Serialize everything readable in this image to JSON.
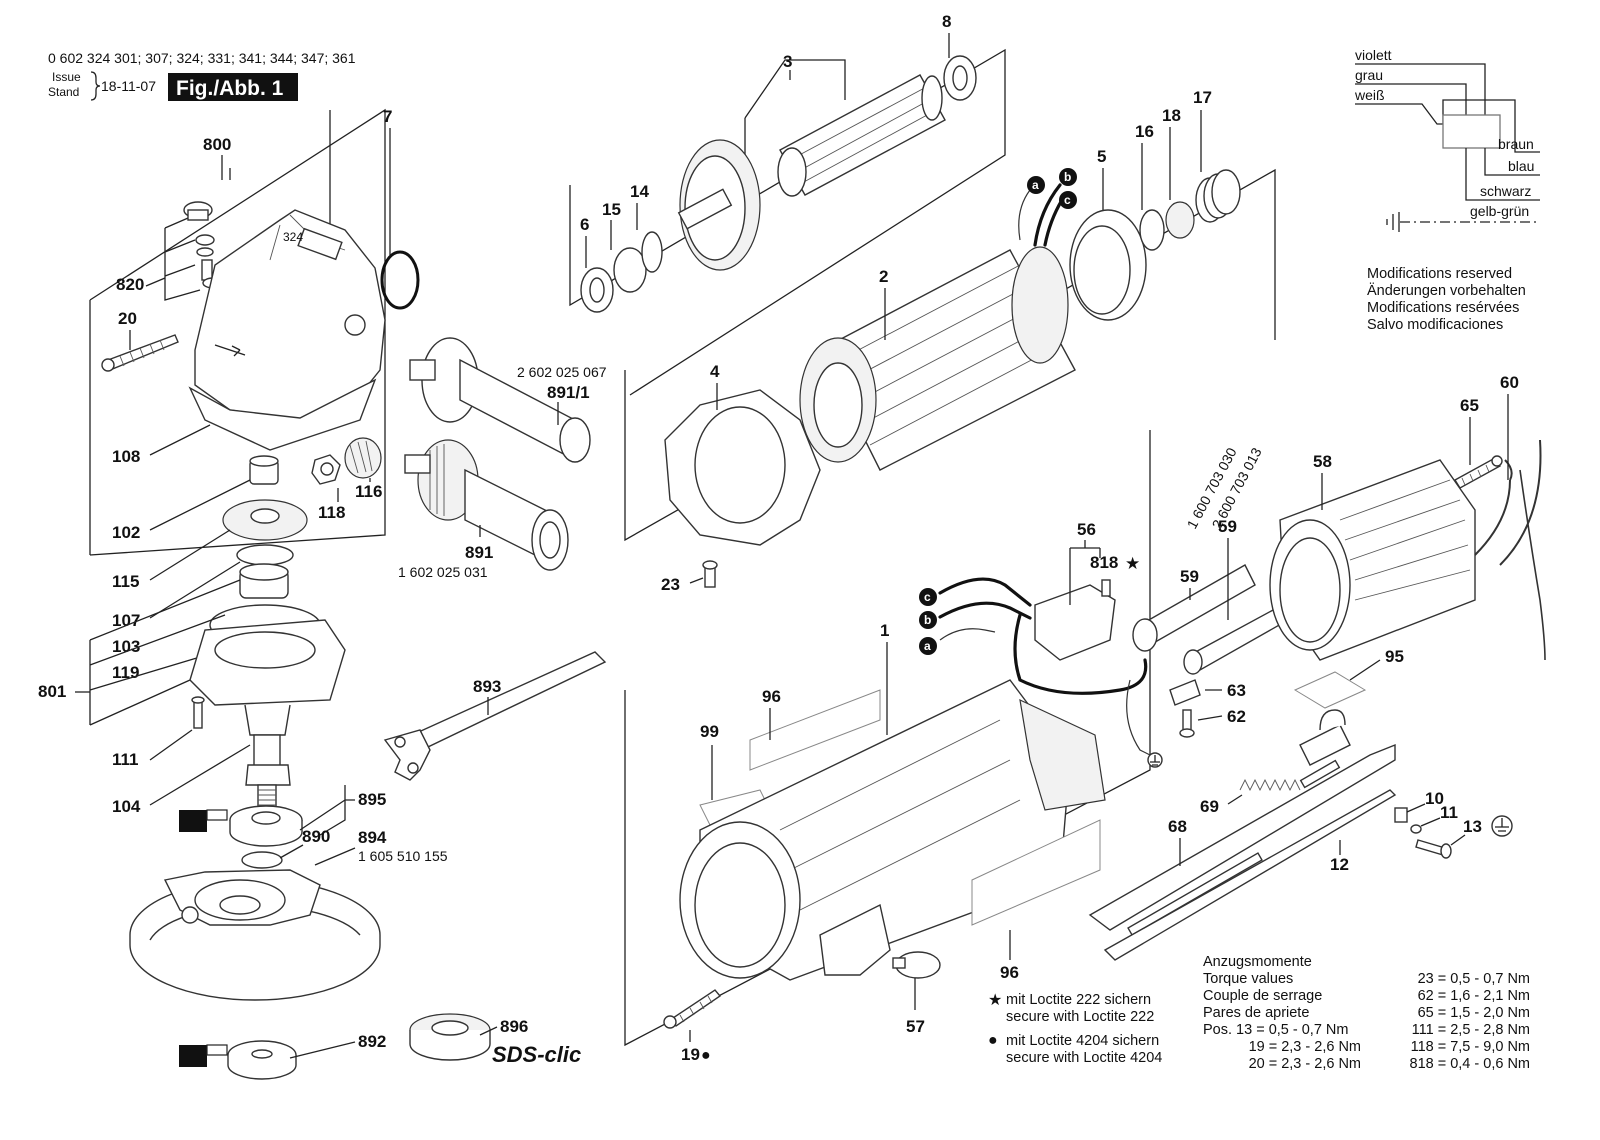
{
  "header": {
    "model_numbers": "0 602 324 301; 307; 324; 331; 341; 344; 347; 361",
    "issue_label": "Issue",
    "stand_label": "Stand",
    "issue_date": "18-11-07",
    "figure_title": "Fig./Abb. 1"
  },
  "wiring_legend": {
    "inputs": [
      "violett",
      "grau",
      "weiß"
    ],
    "outputs": [
      "braun",
      "blau",
      "schwarz",
      "gelb-grün"
    ]
  },
  "modifications_note": [
    "Modifications reserved",
    "Änderungen vorbehalten",
    "Modifications resérvées",
    "Salvo modificaciones"
  ],
  "part_labels": {
    "p800": "800",
    "p820": "820",
    "p20": "20",
    "p108": "108",
    "p102": "102",
    "p115": "115",
    "p107": "107",
    "p103": "103",
    "p119": "119",
    "p801": "801",
    "p111": "111",
    "p104": "104",
    "p895": "895",
    "p890": "890",
    "p894": "894",
    "p892": "892",
    "p896": "896",
    "p118": "118",
    "p116": "116",
    "p891": "891",
    "p891_1": "891/1",
    "p893": "893",
    "p7": "7",
    "p324": "324",
    "p3": "3",
    "p8": "8",
    "p6": "6",
    "p15": "15",
    "p14": "14",
    "p2": "2",
    "p4": "4",
    "p5": "5",
    "p16": "16",
    "p18": "18",
    "p17": "17",
    "p23": "23",
    "p1": "1",
    "p96a": "96",
    "p96b": "96",
    "p99": "99",
    "p19": "19",
    "p57": "57",
    "p56": "56",
    "p818": "818",
    "p59a": "59",
    "p59b": "59",
    "p58": "58",
    "p65": "65",
    "p60": "60",
    "p95": "95",
    "p63": "63",
    "p62": "62",
    "p69": "69",
    "p68": "68",
    "p12": "12",
    "p10": "10",
    "p11": "11",
    "p13": "13"
  },
  "order_numbers": {
    "handle_891_1": "2 602 025 067",
    "handle_891": "1 602 025 031",
    "guard_894": "1 605 510 155",
    "switch_59a": "1 600 703 030",
    "switch_59b": "2 600 703 013"
  },
  "wire_badges": [
    "a",
    "b",
    "c"
  ],
  "brand_logo": "SDS-clic",
  "symbols": {
    "star": "★",
    "dot": "●"
  },
  "loctite_notes": {
    "star_line1": "mit Loctite 222 sichern",
    "star_line2": "secure with Loctite 222",
    "dot_line1": "mit Loctite 4204 sichern",
    "dot_line2": "secure with Loctite 4204"
  },
  "torque": {
    "heading": [
      "Anzugsmomente",
      "Torque values",
      "Couple de serrage",
      "Pares de apriete"
    ],
    "left_values": [
      "Pos. 13 = 0,5 - 0,7 Nm",
      "19 = 2,3 - 2,6 Nm",
      "20 = 2,3 - 2,6 Nm"
    ],
    "right_values": [
      "23 = 0,5 - 0,7 Nm",
      "62 = 1,6 - 2,1 Nm",
      "65 = 1,5 - 2,0 Nm",
      "111 = 2,5 - 2,8 Nm",
      "118 = 7,5 - 9,0 Nm",
      "818 = 0,4 - 0,6 Nm"
    ]
  }
}
